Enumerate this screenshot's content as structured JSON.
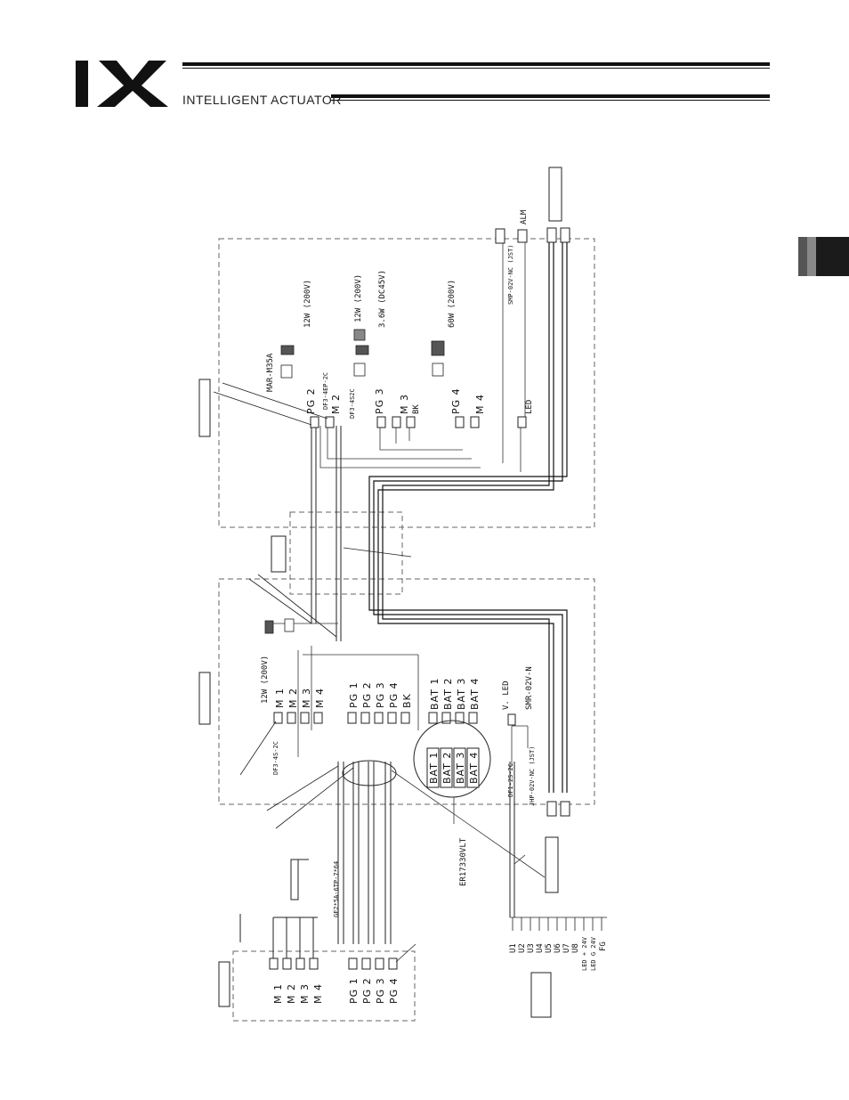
{
  "header": {
    "logo": "IX",
    "subtitle": "INTELLIGENT ACTUATOR"
  },
  "diagram": {
    "motor_labels": [
      "M 1",
      "M 2",
      "M 3",
      "M 4"
    ],
    "pg_labels": [
      "PG 1",
      "PG 2",
      "PG 3",
      "PG 4"
    ],
    "bat_labels": [
      "BAT 1",
      "BAT 2",
      "BAT 3",
      "BAT 4"
    ],
    "bk": "BK",
    "connectors": {
      "df3_4s": "DF3-4S-2C",
      "df3_4ep": "DF3-4EP-2C",
      "df3_4s2c": "DF3-4S2C",
      "df1_2s": "DF1-2S-2C",
      "mar": "MAR-M35A",
      "ge2": "GE2*5A-6TP-7*64",
      "smp_02v": "SMP-02V-NC (JST)",
      "smr_02v": "SMR-02V-N",
      "jhp": "JHP-02V-NC (JST)",
      "er": "ER17330VLT",
      "vled": "V. LED",
      "led": "LED",
      "alm": "ALM"
    },
    "ratings": {
      "m1": "12W (200V)",
      "axis2": "12W (200V)",
      "axis3a": "12W (200V)",
      "axis3b": "3.6W (DC45V)",
      "axis4": "60W (200V)"
    },
    "u_terminals": [
      "U1",
      "U2",
      "U3",
      "U4",
      "U5",
      "U6",
      "U7",
      "U8",
      "LED + 24V",
      "LED G 24V",
      "FG"
    ]
  }
}
